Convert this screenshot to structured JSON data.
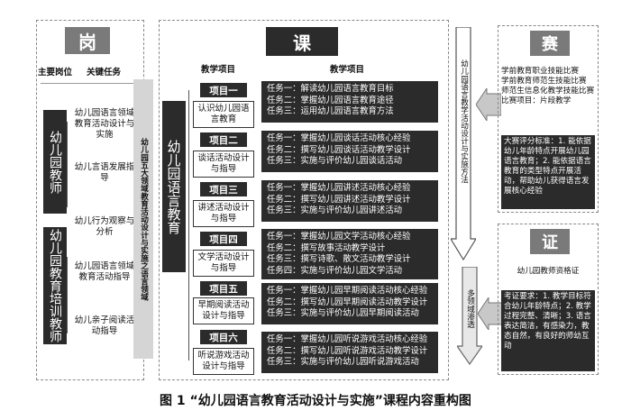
{
  "left": {
    "header": "岗",
    "col_main_post": "主要岗位",
    "col_key_task": "关键任务",
    "posts": [
      "幼儿园教师",
      "幼儿园教育培训教师"
    ],
    "tasks": [
      "幼儿园语言领域教育活动设计与实施",
      "幼儿言语发展指导",
      "幼儿行为观察与分析",
      "幼儿园语言领域教育活动指导",
      "幼儿亲子阅读活动指导"
    ],
    "side_label": "幼儿园五大领域教育活动设计与实施之语言领域"
  },
  "center": {
    "header": "课",
    "col_project": "教学项目",
    "col_task": "教学项目",
    "course_name": "幼儿园语言教育",
    "projects": [
      {
        "label": "项目一",
        "name": "认识幼儿园语言教育",
        "tasks": [
          "任务一：解读幼儿园语言教育目标",
          "任务二：掌握幼儿园语言教育途径",
          "任务三：运用幼儿园语言教育方法"
        ]
      },
      {
        "label": "项目二",
        "name": "谈话活动设计与指导",
        "tasks": [
          "任务一：掌握幼儿园谈话活动核心经验",
          "任务二：撰写幼儿园谈话活动教学设计",
          "任务三：实施与评价幼儿园谈话活动"
        ]
      },
      {
        "label": "项目三",
        "name": "讲述活动设计与指导",
        "tasks": [
          "任务一：掌握幼儿园讲述活动核心经验",
          "任务二：撰写幼儿园讲述活动教学设计",
          "任务三：实施与评价幼儿园讲述活动"
        ]
      },
      {
        "label": "项目四",
        "name": "文学活动设计与指导",
        "tasks": [
          "任务一：掌握幼儿园文学活动核心经验",
          "任务二：撰写故事活动教学设计",
          "任务三：撰写诗歌、散文活动教学设计",
          "任务四：实施与评价幼儿园文学活动"
        ]
      },
      {
        "label": "项目五",
        "name": "早期阅读活动设计与指导",
        "tasks": [
          "任务一：掌握幼儿园早期阅读活动核心经验",
          "任务二：撰写幼儿园早期阅读活动教学设计",
          "任务三：实施与评价幼儿园早期阅读活动"
        ]
      },
      {
        "label": "项目六",
        "name": "听说游戏活动设计与指导",
        "tasks": [
          "任务一：掌握幼儿园听说游戏活动核心经验",
          "任务二：撰写幼儿园听说游戏活动教学设计",
          "任务三：实施与评价幼儿园听说游戏活动"
        ]
      }
    ]
  },
  "arrow_right_label": "幼儿园语言教学活动设计与实施方法",
  "arrow_multi_label": "多领域渗透",
  "competition": {
    "header": "赛",
    "items": [
      "学前教育职业技能比赛",
      "学前教育师范生技能比赛",
      "师范生信息化教学技能比赛",
      "比赛项目：片段教学"
    ],
    "criteria": "大赛评分标准：1. 能依据幼儿年龄特点开展幼儿园语言教育；2. 能依据语言教育的类型特点开展活动，帮助幼儿获得语言发展核心经验"
  },
  "certificate": {
    "header": "证",
    "name": "幼儿园教师资格证",
    "requirements": "考证要求：1. 教学目标符合幼儿年龄特点；2. 教学过程完整、清晰；3. 语言表达简洁，有感染力，教态自然，有良好的师幼互动"
  },
  "caption": "图 1 “幼儿园语言教育活动设计与实施”课程内容重构图"
}
